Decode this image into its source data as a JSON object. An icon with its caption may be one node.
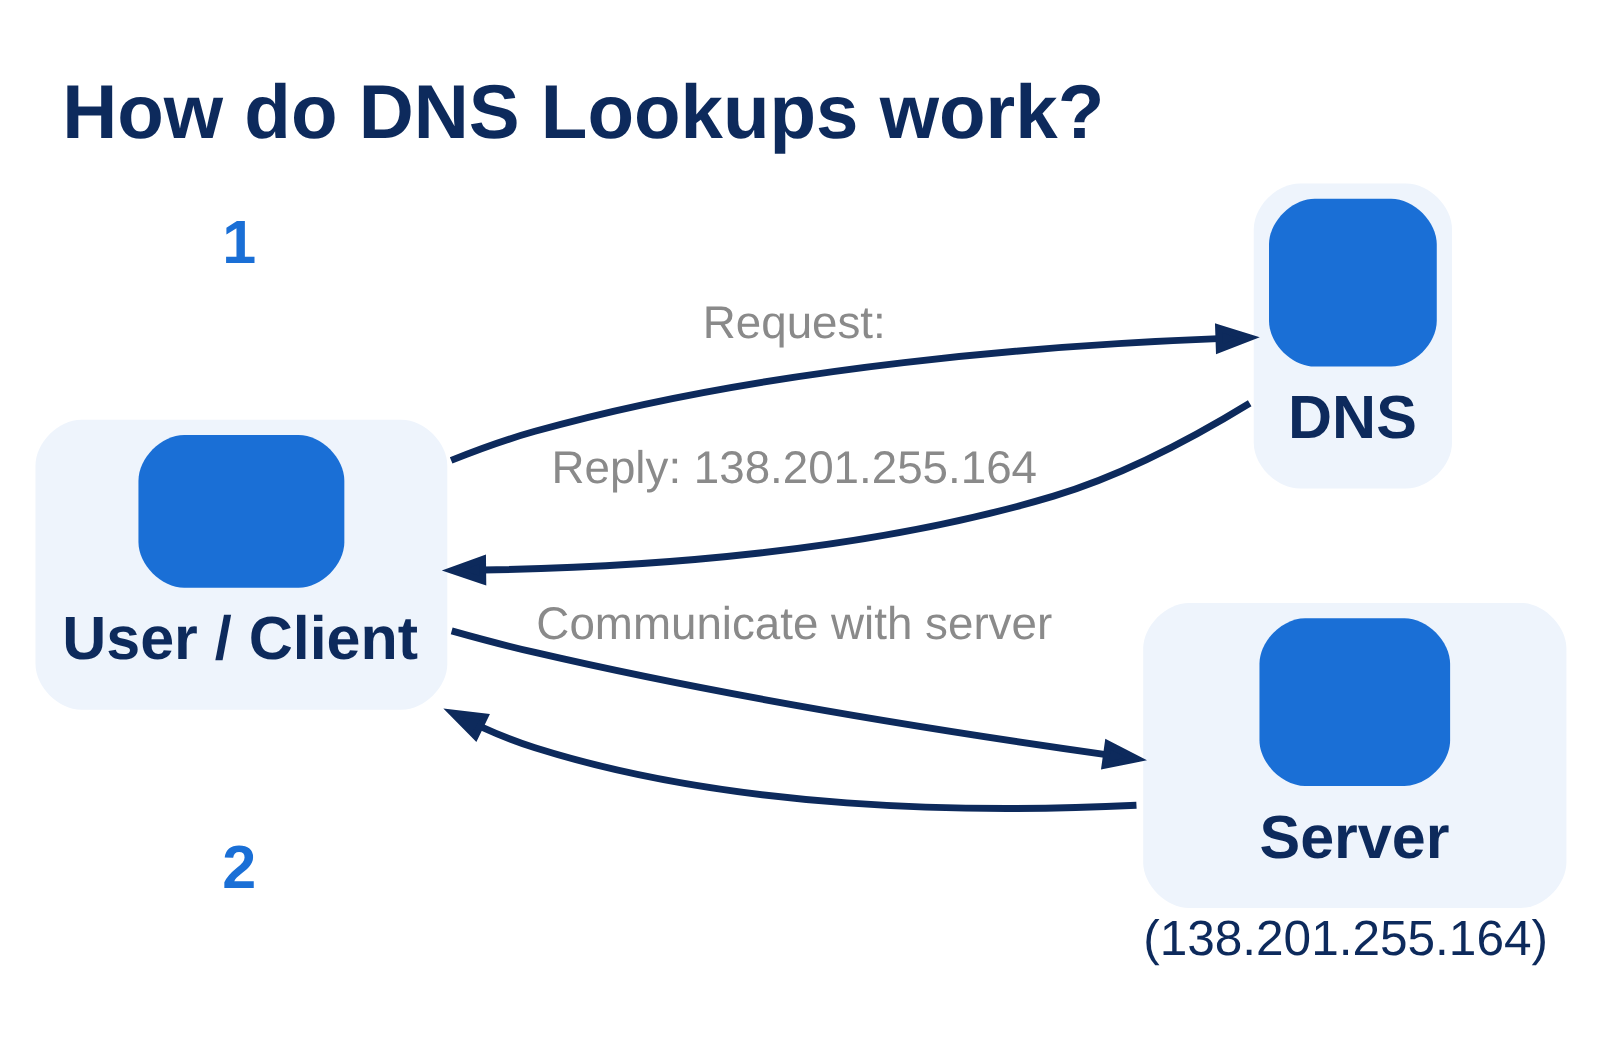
{
  "diagram": {
    "title": "How do DNS Lookups work?",
    "nodes": [
      {
        "text": [
          "DNS"
        ]
      },
      {
        "text": [
          "User / Client"
        ]
      },
      {
        "text": [
          "Server"
        ],
        "beside": [
          "(138.201.255.164)"
        ]
      }
    ],
    "edges": [
      {
        "from": 1,
        "to": 0,
        "arrow": "to",
        "label": "Request:"
      },
      {
        "from": 0,
        "to": 1,
        "arrow": "to",
        "label": "Reply: 138.201.255.164"
      },
      {
        "from": 1,
        "to": 2,
        "arrow": "to",
        "label": "Communicate with server"
      },
      {
        "from": 2,
        "to": 1,
        "arrow": "to"
      }
    ],
    "labels": [
      "1",
      "2"
    ]
  }
}
